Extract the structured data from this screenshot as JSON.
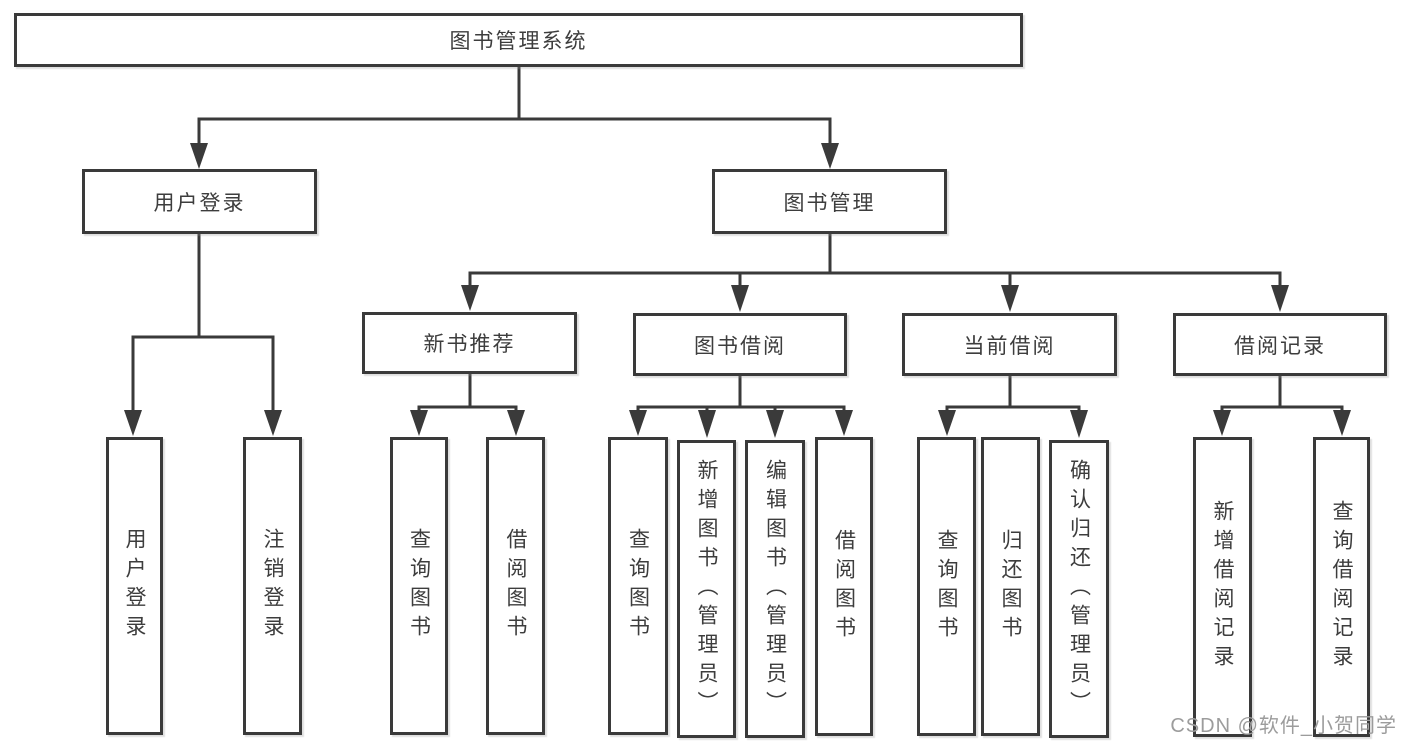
{
  "diagram_type": "hierarchy-flowchart",
  "colors": {
    "line": "#3a3a3a",
    "box_border": "#3a3a3a",
    "box_background": "#ffffff",
    "text": "#3d3d3d",
    "watermark": "#9c9c9c",
    "page_background": "#ffffff"
  },
  "watermark": "CSDN @软件_小贺同学",
  "tree": {
    "label": "图书管理系统",
    "children": [
      {
        "label": "用户登录",
        "children": [
          {
            "label": "用户登录"
          },
          {
            "label": "注销登录"
          }
        ]
      },
      {
        "label": "图书管理",
        "children": [
          {
            "label": "新书推荐",
            "children": [
              {
                "label": "查询图书"
              },
              {
                "label": "借阅图书"
              }
            ]
          },
          {
            "label": "图书借阅",
            "children": [
              {
                "label": "查询图书"
              },
              {
                "label": "新增图书（管理员）"
              },
              {
                "label": "编辑图书（管理员）"
              },
              {
                "label": "借阅图书"
              }
            ]
          },
          {
            "label": "当前借阅",
            "children": [
              {
                "label": "查询图书"
              },
              {
                "label": "归还图书"
              },
              {
                "label": "确认归还（管理员）"
              }
            ]
          },
          {
            "label": "借阅记录",
            "children": [
              {
                "label": "新增借阅记录"
              },
              {
                "label": "查询借阅记录"
              }
            ]
          }
        ]
      }
    ]
  }
}
